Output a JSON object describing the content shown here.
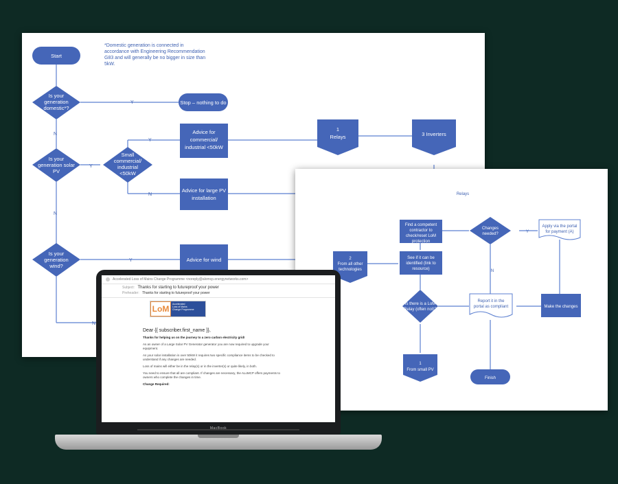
{
  "flow1": {
    "start": "Start",
    "note": [
      "*Domestic generation is connected in",
      "accordance with Engineering Recommendation",
      "G83 and will generally be no bigger in size than",
      "5kW."
    ],
    "q_domestic": [
      "Is your",
      "generation",
      "domestic*?"
    ],
    "stop": "Stop – nothing to do",
    "q_solar": [
      "Is your",
      "generation solar",
      "PV"
    ],
    "q_small": [
      "Small",
      "commercial/",
      "industrial",
      "<50kW"
    ],
    "advice_commercial": [
      "Advice for",
      "commercial/",
      "industrial <50kW"
    ],
    "advice_large": [
      "Advice for large PV",
      "installation"
    ],
    "q_wind": [
      "Is your",
      "generation",
      "wind?"
    ],
    "advice_wind": "Advice for wind",
    "relays": [
      "1",
      "Relays"
    ],
    "inverters": "3 Inverters",
    "yes": "Y",
    "no": "N"
  },
  "flow2": {
    "title": "Relays",
    "other_tech": [
      "2",
      "From all other",
      "technologies"
    ],
    "find": [
      "Find a competent",
      "contractor to",
      "check/reset LoM",
      "protection"
    ],
    "see_if": [
      "See if it can be",
      "identified (link to",
      "resource)"
    ],
    "changes": [
      "Changes",
      "needed?"
    ],
    "apply": [
      "Apply via the portal",
      "for payment (A)"
    ],
    "lom_relay": [
      "Is there is a LoM",
      "Relay (often not)?"
    ],
    "report": [
      "Report it in the",
      "portal as compliant"
    ],
    "make_changes": "Make the changes",
    "small_pv": [
      "1",
      "From small PV"
    ],
    "finish": "Finish",
    "yes": "Y",
    "no": "N"
  },
  "email": {
    "from": "Accelerated Loss of Mains Change Programme <noreply@alomcp.energynetworks.com>",
    "subject_label": "Subject:",
    "subject": "Thanks for starting to futureproof your power",
    "preheader_label": "Preheader:",
    "preheader": "Thanks for starting to futureproof your power",
    "logo_mark": "LoM",
    "logo_text": [
      "Accelerated",
      "Loss of Mains",
      "Change Programme"
    ],
    "greeting": "Dear {{ subscriber.first_name }},",
    "p1": "Thanks for helping us on the journey to a zero carbon electricity grid!",
    "p2": "As an owner of a Large Solar PV Generator generator you are now required to upgrade your equipment.",
    "p3": "As your solar installation is over 50kW it requires two specific compliance items to be checked to understand if any changes are needed.",
    "p4": "Loss of mains will either be in the relay(s) or in the inverter(s) or quite likely, in both.",
    "p5": "You need to ensure that all are compliant. If changes are necessary, the ALoMCP offers payments to owners who complete the changes in time.",
    "p6": "Change Required:"
  },
  "laptop": {
    "brand": "MacBook"
  },
  "colors": {
    "background": "#0e2a24",
    "box": "#4566b8",
    "line": "#5b7fd0",
    "text_blue": "#3c5fb0"
  }
}
